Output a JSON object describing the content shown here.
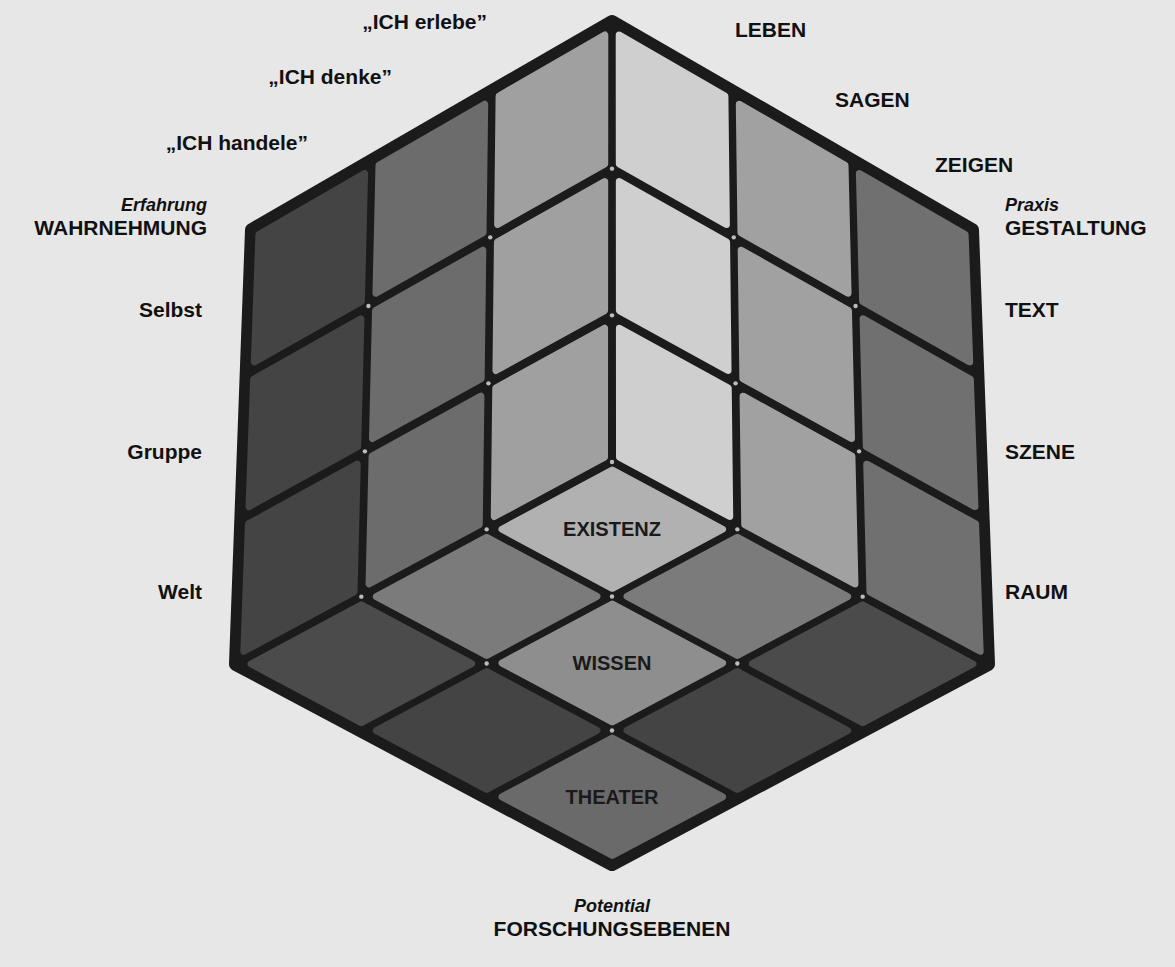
{
  "diagram": {
    "nodes": [
      {
        "text": [
          "EXISTENZ"
        ]
      },
      {
        "text": [
          "WISSEN"
        ]
      },
      {
        "text": [
          "THEATER"
        ]
      }
    ],
    "labels": [
      "„ICH erlebe”",
      "LEBEN",
      "SAGEN",
      "„ICH denke”",
      "„ICH handele”",
      "ZEIGEN",
      "Erfahrung",
      "WAHRNEHMUNG",
      "Praxis",
      "GESTALTUNG",
      "Selbst",
      "TEXT",
      "Gruppe",
      "SZENE",
      "Welt",
      "RAUM",
      "Potential",
      "FORSCHUNGSEBENEN"
    ]
  }
}
